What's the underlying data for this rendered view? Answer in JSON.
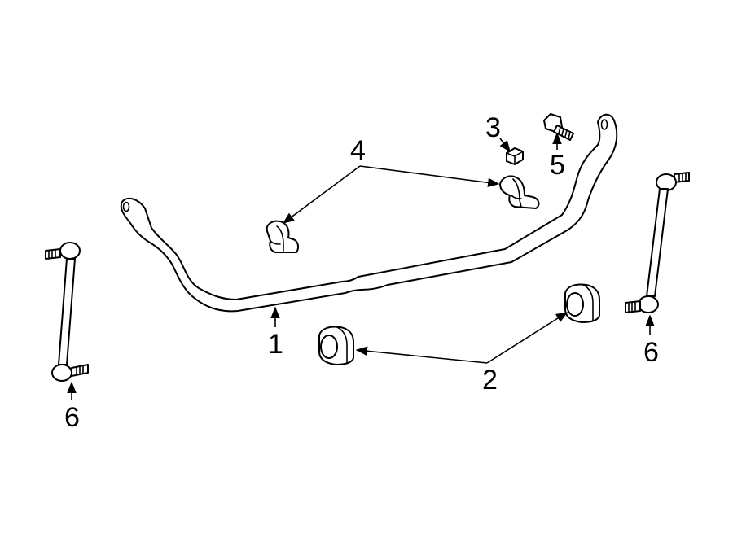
{
  "diagram": {
    "callouts": {
      "c1": "1",
      "c2": "2",
      "c3": "3",
      "c4": "4",
      "c5": "5",
      "c6_left": "6",
      "c6_right": "6"
    }
  }
}
